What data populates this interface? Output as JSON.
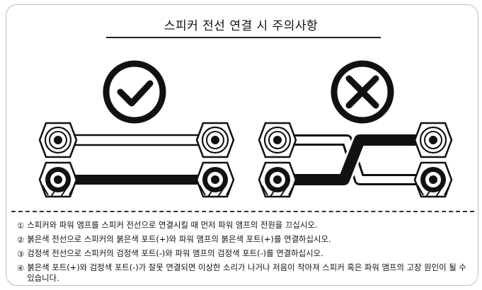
{
  "title": "스피커 전선 연결 시 주의사항",
  "icons": {
    "correct": "check-circle-icon",
    "incorrect": "x-circle-icon"
  },
  "notes": [
    {
      "num": "①",
      "text": "스피커와 파워 앰프를 스피커 전선으로 연결시킬 때 먼저 파워 앰프의 전원을 끄십시오."
    },
    {
      "num": "②",
      "text": "붉은색 전선으로 스피커의 붉은색 포트(+)와 파워 앰프의 붉은색 포트(+)를 연결하십시오."
    },
    {
      "num": "③",
      "text": "검정색 전선으로 스피커의 검정색 포트(-)와 파워 앰프의 검정색 포트(-)를 연결하십시오."
    },
    {
      "num": "④",
      "text": "붉은색 포트(+)와 검정색 포트(-)가 잘못 연결되면 이상한 소리가 나거나 저음이 작아져 스피커 혹은 파워 앰프의 고장 원인이 될 수 있습니다."
    }
  ]
}
